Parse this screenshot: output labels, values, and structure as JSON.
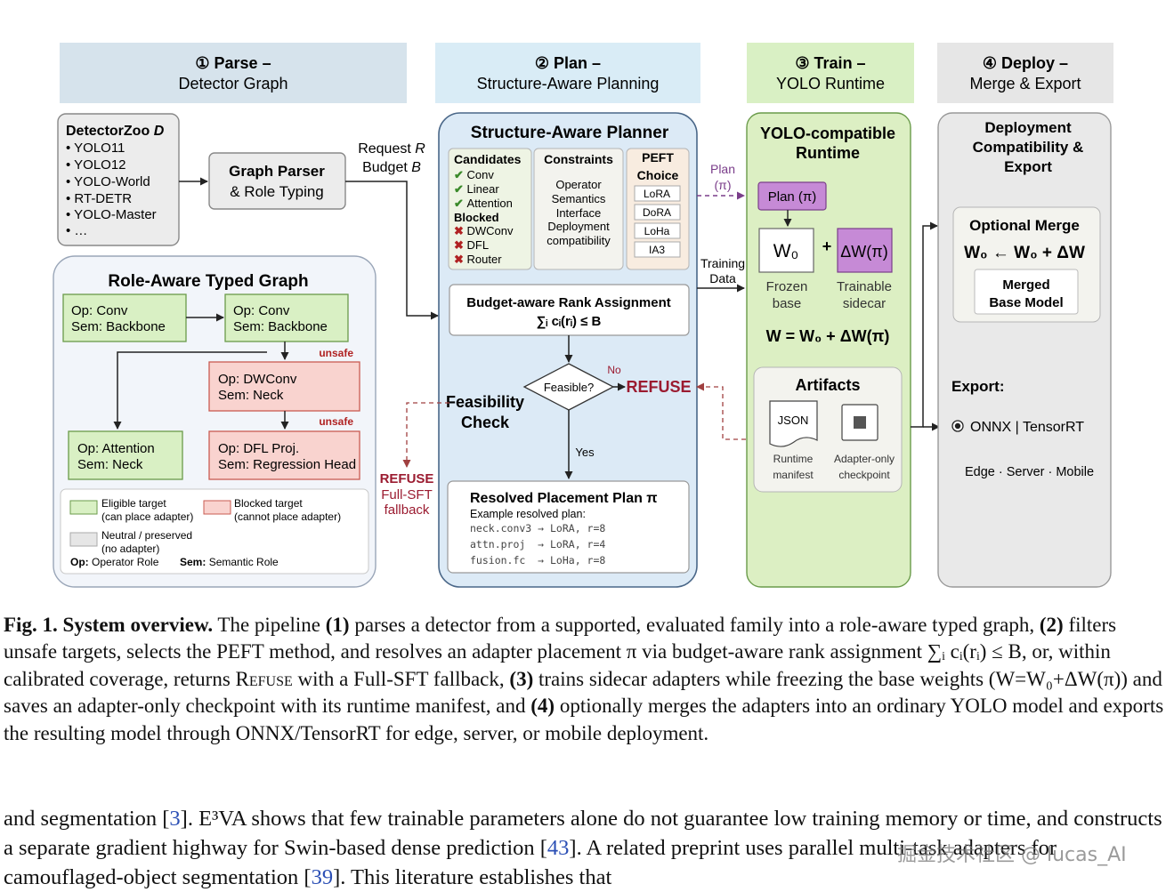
{
  "stages": [
    {
      "num": "① Parse –",
      "sub": "Detector Graph"
    },
    {
      "num": "② Plan –",
      "sub": "Structure-Aware Planning"
    },
    {
      "num": "③ Train –",
      "sub": "YOLO Runtime"
    },
    {
      "num": "④ Deploy –",
      "sub": "Merge & Export"
    }
  ],
  "zoo": {
    "title": "DetectorZoo",
    "title_var": "D",
    "items": [
      "• YOLO11",
      "• YOLO12",
      "• YOLO-World",
      "• RT-DETR",
      "• YOLO-Master",
      "• …"
    ]
  },
  "parser": {
    "line1": "Graph Parser",
    "line2": "& Role Typing"
  },
  "request": {
    "line1": "Request",
    "var1": "R",
    "line2": "Budget",
    "var2": "B"
  },
  "typed_graph": {
    "title": "Role-Aware Typed Graph",
    "nodes": [
      {
        "op": "Op: Conv",
        "sem": "Sem: Backbone"
      },
      {
        "op": "Op: Conv",
        "sem": "Sem: Backbone"
      },
      {
        "op": "Op: DWConv",
        "sem": "Sem: Neck"
      },
      {
        "op": "Op: Attention",
        "sem": "Sem: Neck"
      },
      {
        "op": "Op: DFL Proj.",
        "sem": "Sem: Regression Head"
      }
    ],
    "unsafe": "unsafe",
    "legend": {
      "eligible_1": "Eligible target",
      "eligible_2": "(can place adapter)",
      "blocked_1": "Blocked target",
      "blocked_2": "(cannot place adapter)",
      "neutral_1": "Neutral / preserved",
      "neutral_2": "(no adapter)",
      "op_key": "Op:",
      "op_val": "Operator Role",
      "sem_key": "Sem:",
      "sem_val": "Semantic Role"
    }
  },
  "planner": {
    "title": "Structure-Aware Planner",
    "candidates_title": "Candidates",
    "allowed": [
      "Conv",
      "Linear",
      "Attention"
    ],
    "blocked_title": "Blocked",
    "blocked": [
      "DWConv",
      "DFL",
      "Router"
    ],
    "constraints_title": "Constraints",
    "constraints": [
      "Operator",
      "Semantics",
      "Interface",
      "Deployment",
      "compatibility"
    ],
    "peft_title_1": "PEFT",
    "peft_title_2": "Choice",
    "peft": [
      "LoRA",
      "DoRA",
      "LoHa",
      "IA3"
    ],
    "budget_title": "Budget-aware Rank Assignment",
    "budget_formula": "∑ᵢ cᵢ(rᵢ) ≤ B",
    "feasible": "Feasible?",
    "no": "No",
    "yes": "Yes",
    "refuse": "REFUSE",
    "feas_1": "Feasibility",
    "feas_2": "Check",
    "plan_title": "Resolved Placement Plan π",
    "plan_sub": "Example resolved plan:",
    "plan_lines": [
      "neck.conv3 → LoRA, r=8",
      "attn.proj  → LoRA, r=4",
      "fusion.fc  → LoHa, r=8"
    ]
  },
  "fallback": {
    "line1": "REFUSE",
    "line2": "Full-SFT",
    "line3": "fallback"
  },
  "plan_arrow": {
    "line1": "Plan",
    "line2": "(π)"
  },
  "training_data": {
    "line1": "Training",
    "line2": "Data"
  },
  "runtime": {
    "title_1": "YOLO-compatible",
    "title_2": "Runtime",
    "plan_box": "Plan (π)",
    "w0": "W₀",
    "plus": "+",
    "dw": "ΔW(π)",
    "frozen_1": "Frozen",
    "frozen_2": "base",
    "train_1": "Trainable",
    "train_2": "sidecar",
    "eq": "W = W₀ + ΔW(π)",
    "artifacts": "Artifacts",
    "json": "JSON",
    "manifest_1": "Runtime",
    "manifest_2": "manifest",
    "ckpt_1": "Adapter-only",
    "ckpt_2": "checkpoint"
  },
  "deploy": {
    "title_1": "Deployment",
    "title_2": "Compatibility &",
    "title_3": "Export",
    "merge_title": "Optional Merge",
    "merge_eq": "W₀ ← W₀ + ΔW",
    "merged_1": "Merged",
    "merged_2": "Base Model",
    "export": "Export:",
    "onnx": "ONNX | TensorRT",
    "targets": "Edge · Server · Mobile"
  },
  "caption": {
    "label": "Fig. 1. System overview.",
    "t1": " The pipeline ",
    "s1": "(1)",
    "t2": " parses a detector from a supported, evaluated family into a role-aware typed graph, ",
    "s2": "(2)",
    "t3": " filters unsafe targets, selects the PEFT method, and resolves an adapter placement π via budget-aware rank assignment ∑ᵢ cᵢ(rᵢ) ≤ B, or, within calibrated coverage, returns ",
    "refuse": "Refuse",
    "t4": " with a Full-SFT fallback, ",
    "s3": "(3)",
    "t5": " trains sidecar adapters while freezing the base weights (W=W₀+ΔW(π)) and saves an adapter-only checkpoint with its runtime manifest, and ",
    "s4": "(4)",
    "t6": " optionally merges the adapters into an ordinary YOLO model and exports the resulting model through ONNX/TensorRT for edge, server, or mobile deployment."
  },
  "body": {
    "a": "and segmentation [",
    "c1": "3",
    "b": "]. E³VA shows that few trainable parameters alone do not guarantee low training memory or time, and constructs a separate gradient highway for Swin-based dense prediction [",
    "c2": "43",
    "c": "]. A related preprint uses parallel multi-task adapters for camouflaged-object segmentation [",
    "c3": "39",
    "d": "]. This literature establishes that"
  },
  "watermark": "掘金技术社区 @ lucas_AI",
  "colors": {
    "stage1": "#d6e3ec",
    "stage2": "#d9ecf6",
    "stage3": "#d9f0c4",
    "stage4": "#e6e6e6",
    "eligible": "#d9f0c4",
    "blocked": "#f9d3cf",
    "neutral": "#e6e6e6",
    "refuse": "#9b1b30",
    "purple": "#c68ad6",
    "planner_bg": "#dceaf6",
    "runtime_bg": "#dcefc3"
  }
}
